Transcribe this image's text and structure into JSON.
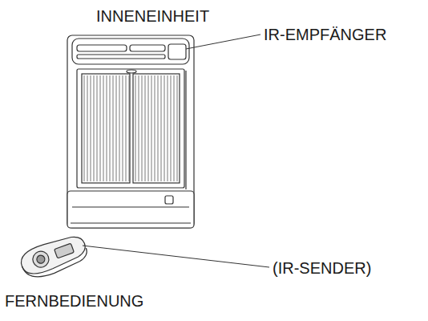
{
  "diagram": {
    "labels": [
      "INNENEINHEIT",
      "IR-EMPFÄNGER",
      "(IR-SENDER)",
      "FERNBEDIENUNG"
    ]
  }
}
